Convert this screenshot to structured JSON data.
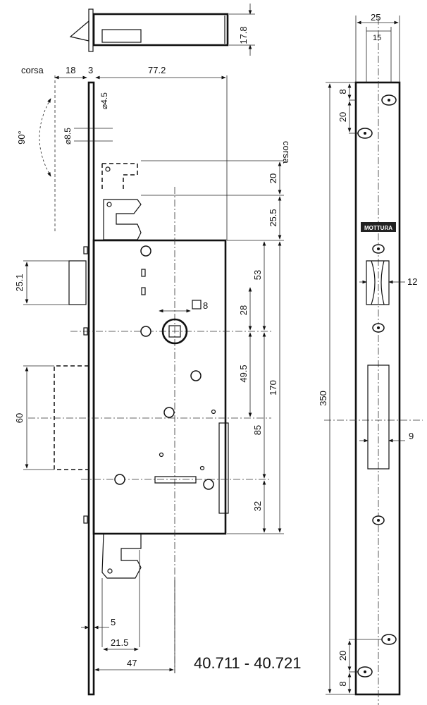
{
  "drawing": {
    "model_label": "40.711 - 40.721",
    "brand_plate": "MOTTURA",
    "top_view": {
      "height_dim": "17.8"
    },
    "front_view": {
      "corsa_left": "corsa",
      "corsa_right": "corsa",
      "angle": "90°",
      "dim_18": "18",
      "dim_3": "3",
      "dim_77_2": "77.2",
      "dim_4_5": "⌀4.5",
      "dim_8_5": "⌀8.5",
      "dim_20": "20",
      "dim_25_5": "25.5",
      "dim_25_1": "25.1",
      "dim_60": "60",
      "dim_square_8": "8",
      "dim_53": "53",
      "dim_28": "28",
      "dim_49_5": "49.5",
      "dim_170": "170",
      "dim_85": "85",
      "dim_32": "32",
      "dim_5": "5",
      "dim_21_5": "21.5",
      "dim_47": "47"
    },
    "side_view": {
      "dim_25": "25",
      "dim_15": "15",
      "dim_350": "350",
      "dim_8_top": "8",
      "dim_20_top": "20",
      "dim_12": "12",
      "dim_9": "9",
      "dim_20_bottom": "20",
      "dim_8_bottom": "8"
    }
  }
}
